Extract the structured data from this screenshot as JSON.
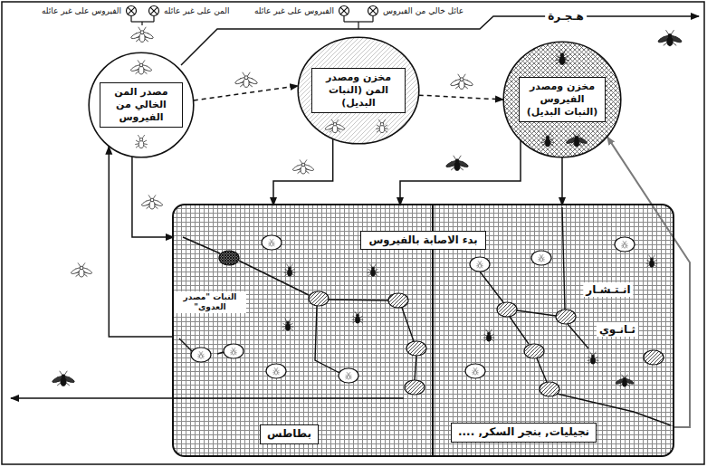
{
  "diagram": {
    "nodes": [
      {
        "text": [
          "مصدر المن الخالي من الفيروس"
        ]
      },
      {
        "text": [
          "مخزن ومصدر المن (النبات البديل)"
        ]
      },
      {
        "text": [
          "مخزن ومصدر الفيروس (النبات البديل)"
        ]
      },
      {
        "text": [
          "بدء الاصابة بالفيروس"
        ]
      },
      {
        "text": [
          "بطاطس"
        ],
        "in": 3
      },
      {
        "text": [
          "نجيليات, بنجر السكر, ...."
        ],
        "in": 3
      }
    ],
    "edges": [
      {
        "from": 0,
        "to": 1,
        "arrow": "to"
      },
      {
        "from": 1,
        "to": 2,
        "arrow": "to"
      },
      {
        "from": 0,
        "to": 4,
        "arrow": "to"
      },
      {
        "from": 4,
        "to": 0,
        "arrow": "to"
      },
      {
        "from": 1,
        "to": 4,
        "arrow": "to"
      },
      {
        "from": 2,
        "to": 4,
        "arrow": "to"
      },
      {
        "from": 2,
        "to": 5,
        "arrow": "to"
      },
      {
        "from": 5,
        "to": 2,
        "arrow": "to"
      }
    ],
    "labels": [
      "الفيروس على غير عائله",
      "المن على غير عائله",
      "الفيروس على غير عائله",
      "عائل خالي من الفيروس",
      "هـجـرة",
      "النبات \"مصدر العدوى\"",
      "انـتـشـار",
      "ثـانـوي"
    ]
  }
}
